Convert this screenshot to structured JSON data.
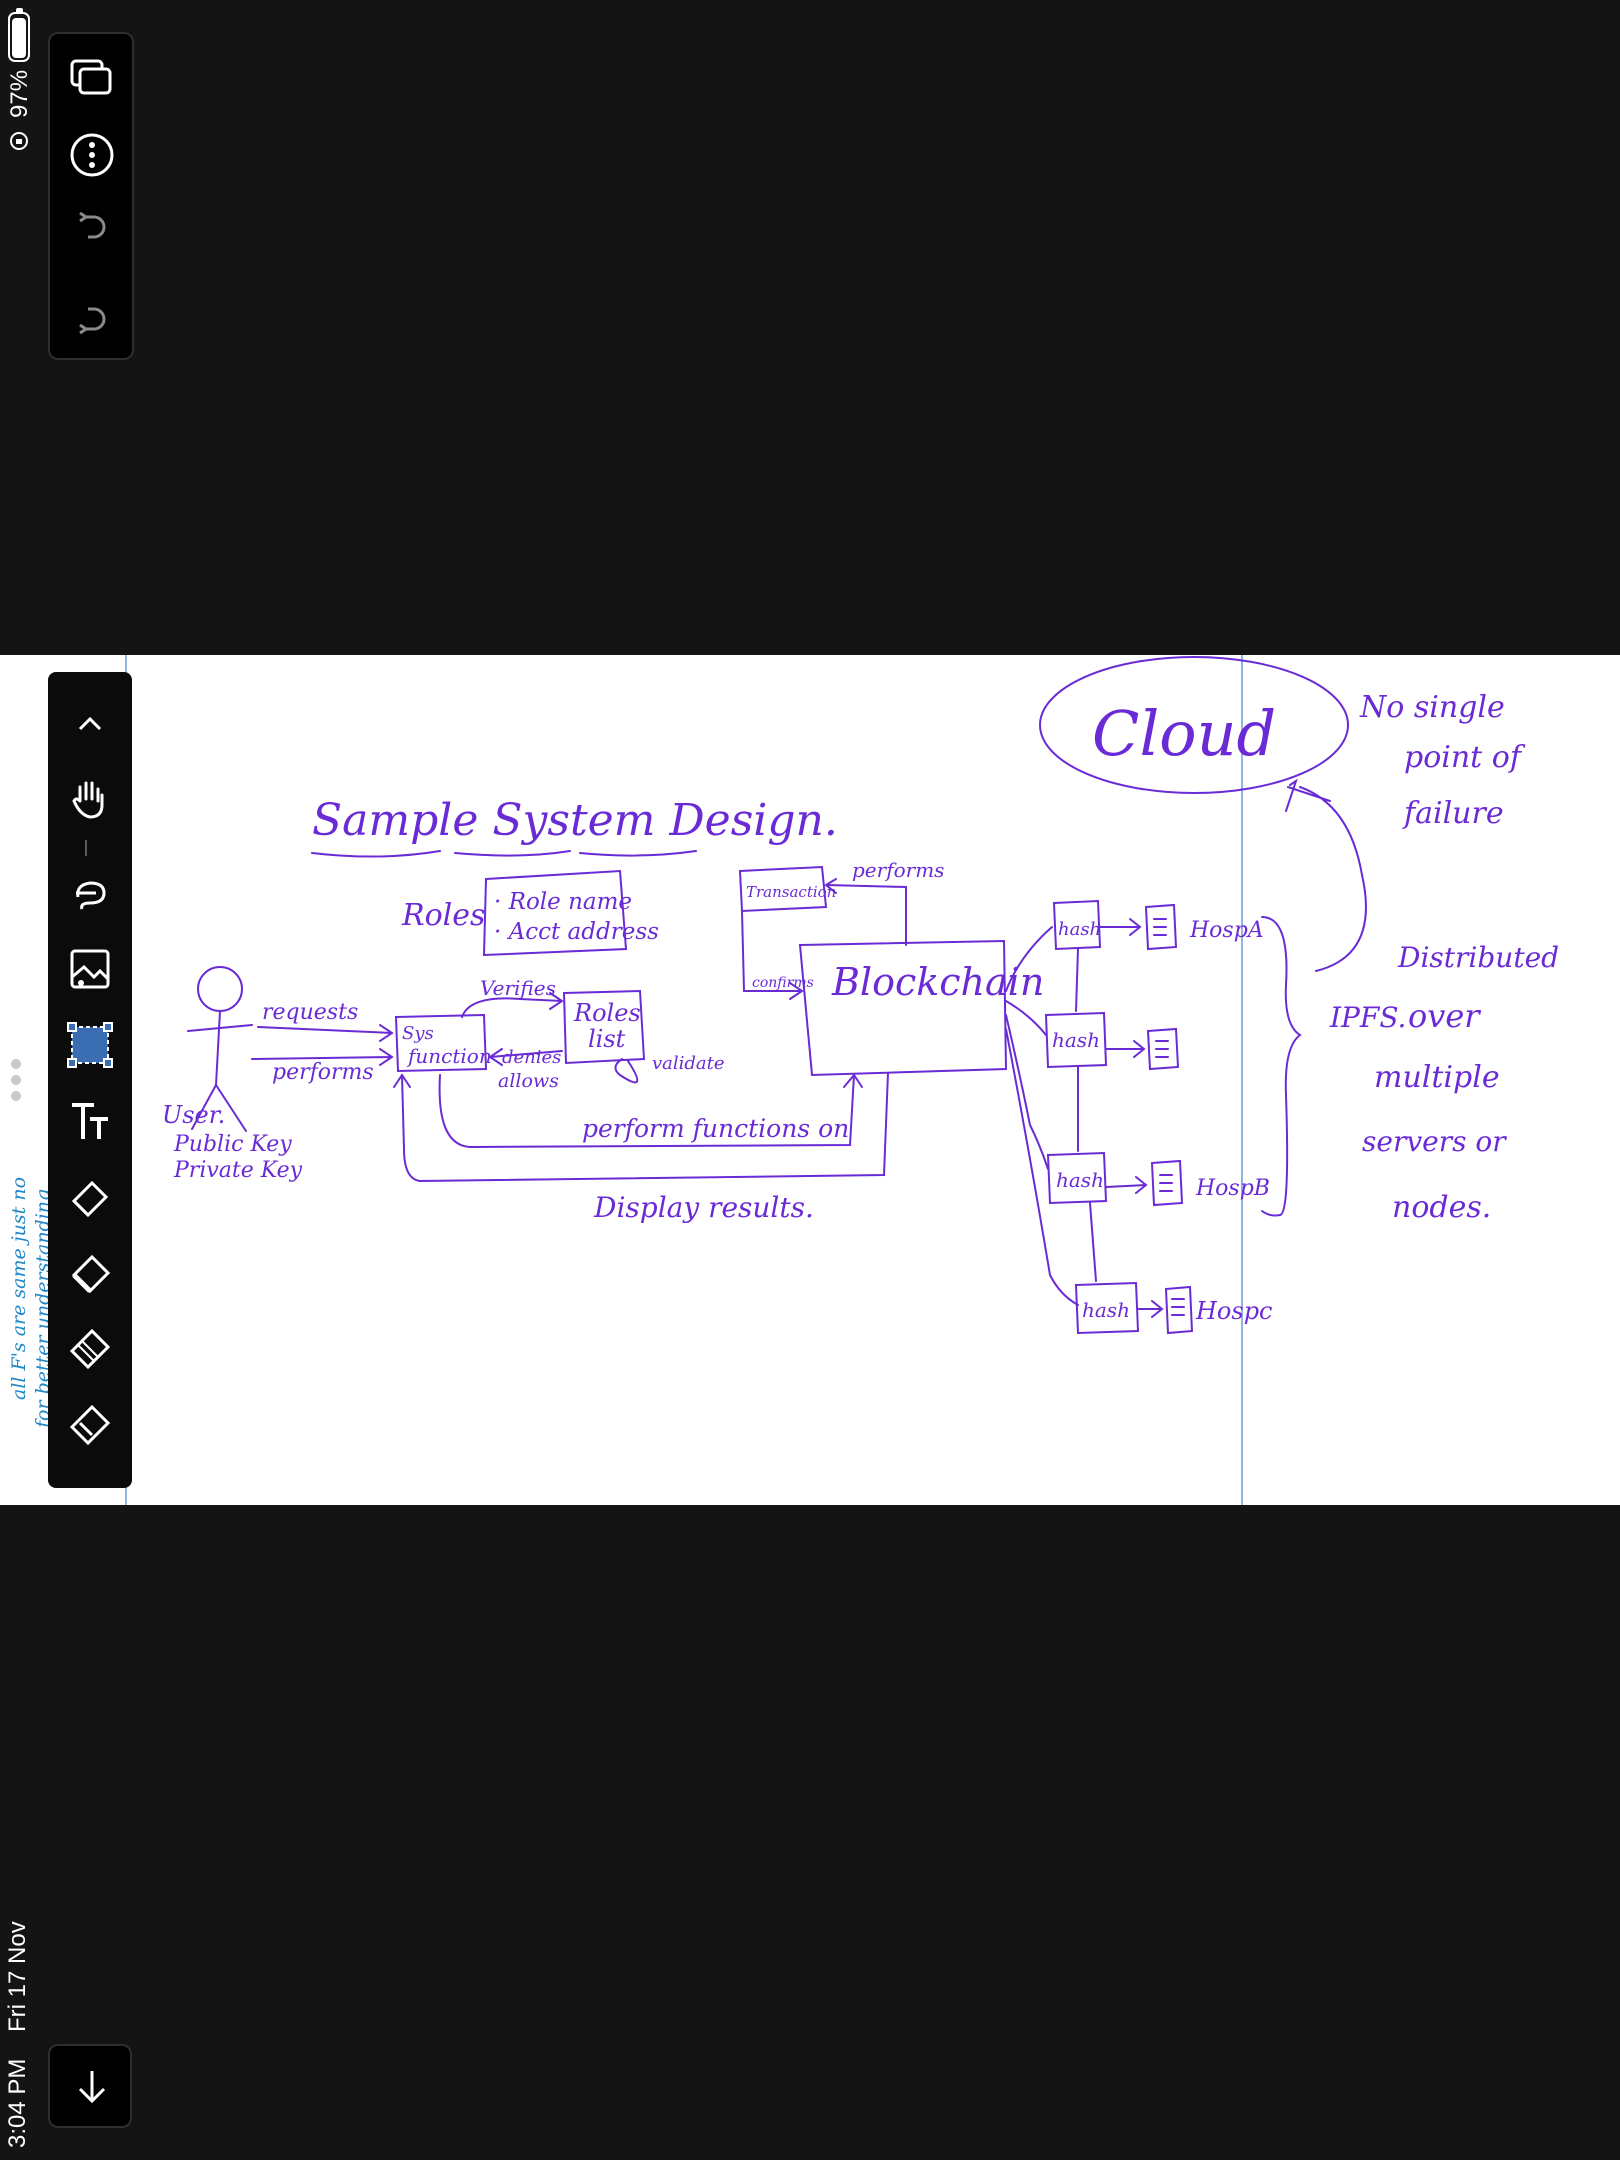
{
  "status_bar": {
    "battery_percent": "97%",
    "time": "3:04 PM",
    "date": "Fri 17 Nov"
  },
  "top_toolbar": {
    "buttons": [
      {
        "name": "pages-icon"
      },
      {
        "name": "more-options-icon"
      },
      {
        "name": "redo-icon"
      },
      {
        "name": "undo-icon"
      }
    ]
  },
  "tool_palette": {
    "tools": [
      "collapse-chevron-icon",
      "hand-tool-icon",
      "lasso-tool-icon",
      "image-tool-icon",
      "selection-tool-icon",
      "text-tool-icon",
      "eraser-tool-icon",
      "highlighter-tool-icon",
      "pencil-tool-icon",
      "pen-tool-icon"
    ]
  },
  "bottom_button": {
    "name": "scroll-down-icon"
  },
  "margin_note": {
    "line1": "all F's are same just no",
    "line2": "for better understanding"
  },
  "colors": {
    "ink": "#6a2bd6",
    "margin_ink": "#1f86c7",
    "guide_line": "#6f9bd8",
    "background": "#141414",
    "page": "#ffffff"
  },
  "diagram": {
    "title": "Sample System Design.",
    "roles_label": "Roles",
    "role_items": [
      "· Role name",
      "· Acct address"
    ],
    "user_label": "User.",
    "user_keys": [
      "Public Key",
      "Private Key"
    ],
    "requests": "requests",
    "performs_user": "performs",
    "sys_function": [
      "Sys",
      "function"
    ],
    "verifies": "Verifies",
    "roles_list": [
      "Roles",
      "list"
    ],
    "denies": "denies",
    "allows": "allows",
    "validate": "validate",
    "transaction": "Transaction",
    "performs_tx": "performs",
    "confirms": "confirms",
    "blockchain": "Blockchain",
    "perform_functions": "perform functions on",
    "display_results": "Display results.",
    "hash": "hash",
    "hosp_a": "HospA",
    "hosp_b": "HospB",
    "hosp_c": "Hospc",
    "cloud": "Cloud",
    "no_single_point": [
      "No single",
      "point of",
      "failure"
    ],
    "ipfs": "IPFS.",
    "distributed": [
      "Distributed",
      "over",
      "multiple",
      "servers or",
      "nodes."
    ]
  }
}
